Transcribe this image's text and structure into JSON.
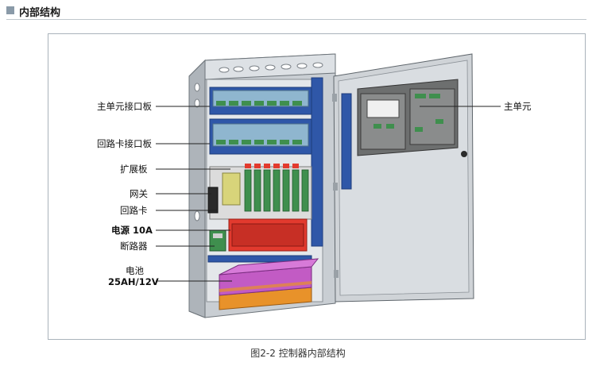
{
  "section": {
    "title": "内部结构"
  },
  "figure": {
    "caption": "图2-2 控制器内部结构",
    "labels": {
      "main_unit_interface_board": "主单元接口板",
      "loop_card_interface_board": "回路卡接口板",
      "expansion_board": "扩展板",
      "gateway": "网关",
      "loop_card": "回路卡",
      "power_supply": "电源 10A",
      "circuit_breaker": "断路器",
      "battery_line1": "电池",
      "battery_line2": "25AH/12V",
      "main_unit": "主单元"
    }
  },
  "colors": {
    "cabinet": "#d9dde1",
    "rail_blue": "#2f57a8",
    "pcb_green": "#3f8f4e",
    "psu_red": "#e23a2e",
    "battery_magenta": "#c25bc4",
    "battery_orange": "#e8922a"
  }
}
